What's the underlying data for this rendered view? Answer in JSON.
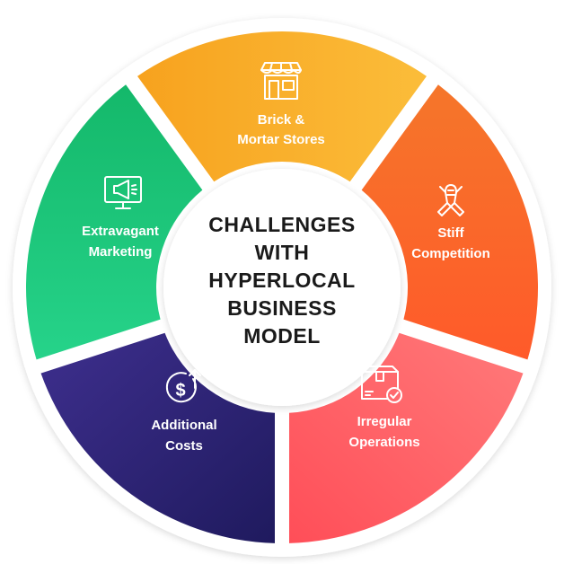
{
  "center": {
    "lines": [
      "CHALLENGES",
      "WITH",
      "HYPERLOCAL",
      "BUSINESS",
      "MODEL"
    ]
  },
  "segments": [
    {
      "id": "brick",
      "lines": [
        "Brick &",
        "Mortar Stores"
      ],
      "icon": "storefront-icon",
      "color_start": "#f7a21e",
      "color_end": "#fbbd3a"
    },
    {
      "id": "stiff",
      "lines": [
        "Stiff",
        "Competition"
      ],
      "icon": "handshake-icon",
      "color_start": "#f5762a",
      "color_end": "#ff5a2a"
    },
    {
      "id": "irregular",
      "lines": [
        "Irregular",
        "Operations"
      ],
      "icon": "package-check-icon",
      "color_start": "#ff4e58",
      "color_end": "#ff7a7a"
    },
    {
      "id": "additional",
      "lines": [
        "Additional",
        "Costs"
      ],
      "icon": "dollar-up-icon",
      "color_start": "#3e2f8e",
      "color_end": "#1f1a5e"
    },
    {
      "id": "extravagant",
      "lines": [
        "Extravagant",
        "Marketing"
      ],
      "icon": "megaphone-monitor-icon",
      "color_start": "#14b86a",
      "color_end": "#26d38a"
    }
  ]
}
